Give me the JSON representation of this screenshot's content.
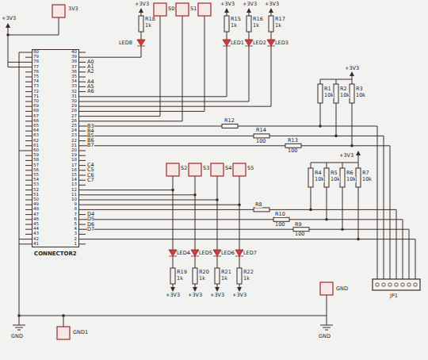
{
  "diagram": {
    "nodes": [
      {
        "text": [
          "CONNECTOR2"
        ]
      }
    ],
    "labels": [
      "80",
      "79",
      "78",
      "77",
      "76",
      "75",
      "74",
      "73",
      "72",
      "71",
      "70",
      "69",
      "68",
      "67",
      "66",
      "65",
      "64",
      "63",
      "62",
      "61",
      "60",
      "59",
      "58",
      "57",
      "56",
      "55",
      "54",
      "53",
      "52",
      "51",
      "50",
      "49",
      "48",
      "47",
      "46",
      "45",
      "44",
      "43",
      "42",
      "41",
      "40",
      "39",
      "38",
      "37",
      "36",
      "35",
      "34",
      "33",
      "32",
      "31",
      "30",
      "29",
      "28",
      "27",
      "26",
      "25",
      "24",
      "23",
      "22",
      "21",
      "20",
      "19",
      "18",
      "17",
      "16",
      "15",
      "14",
      "13",
      "12",
      "11",
      "10",
      "9",
      "8",
      "7",
      "6",
      "5",
      "4",
      "3",
      "2",
      "1",
      "A0",
      "A1",
      "A2",
      "A4",
      "A5",
      "A6",
      "B3",
      "B4",
      "B5",
      "B6",
      "B7",
      "C4",
      "C5",
      "C6",
      "C7",
      "D4",
      "D5",
      "D6",
      "D7",
      "+3V3",
      "3V3",
      "+3V3",
      "R18",
      "1k",
      "LED8",
      "S0",
      "S1",
      "+3V3",
      "+3V3",
      "+3V3",
      "R15",
      "1k",
      "R16",
      "1k",
      "R17",
      "1k",
      "LED1",
      "LED2",
      "LED3",
      "+3V3",
      "R1",
      "10k",
      "R2",
      "10k",
      "R3",
      "10k",
      "R12",
      "R14",
      "100",
      "R13",
      "100",
      "+3V3",
      "R4",
      "10k",
      "R5",
      "10k",
      "R6",
      "10k",
      "R7",
      "10k",
      "S2",
      "S3",
      "S4",
      "S5",
      "R8",
      "R10",
      "100",
      "R9",
      "100",
      "LED4",
      "LED5",
      "LED6",
      "LED7",
      "R19",
      "1k",
      "R20",
      "1k",
      "R21",
      "1k",
      "R22",
      "1k",
      "+3V3",
      "+3V3",
      "+3V3",
      "+3V3",
      "JP1",
      "GND",
      "GND",
      "GND1",
      "GND"
    ]
  }
}
